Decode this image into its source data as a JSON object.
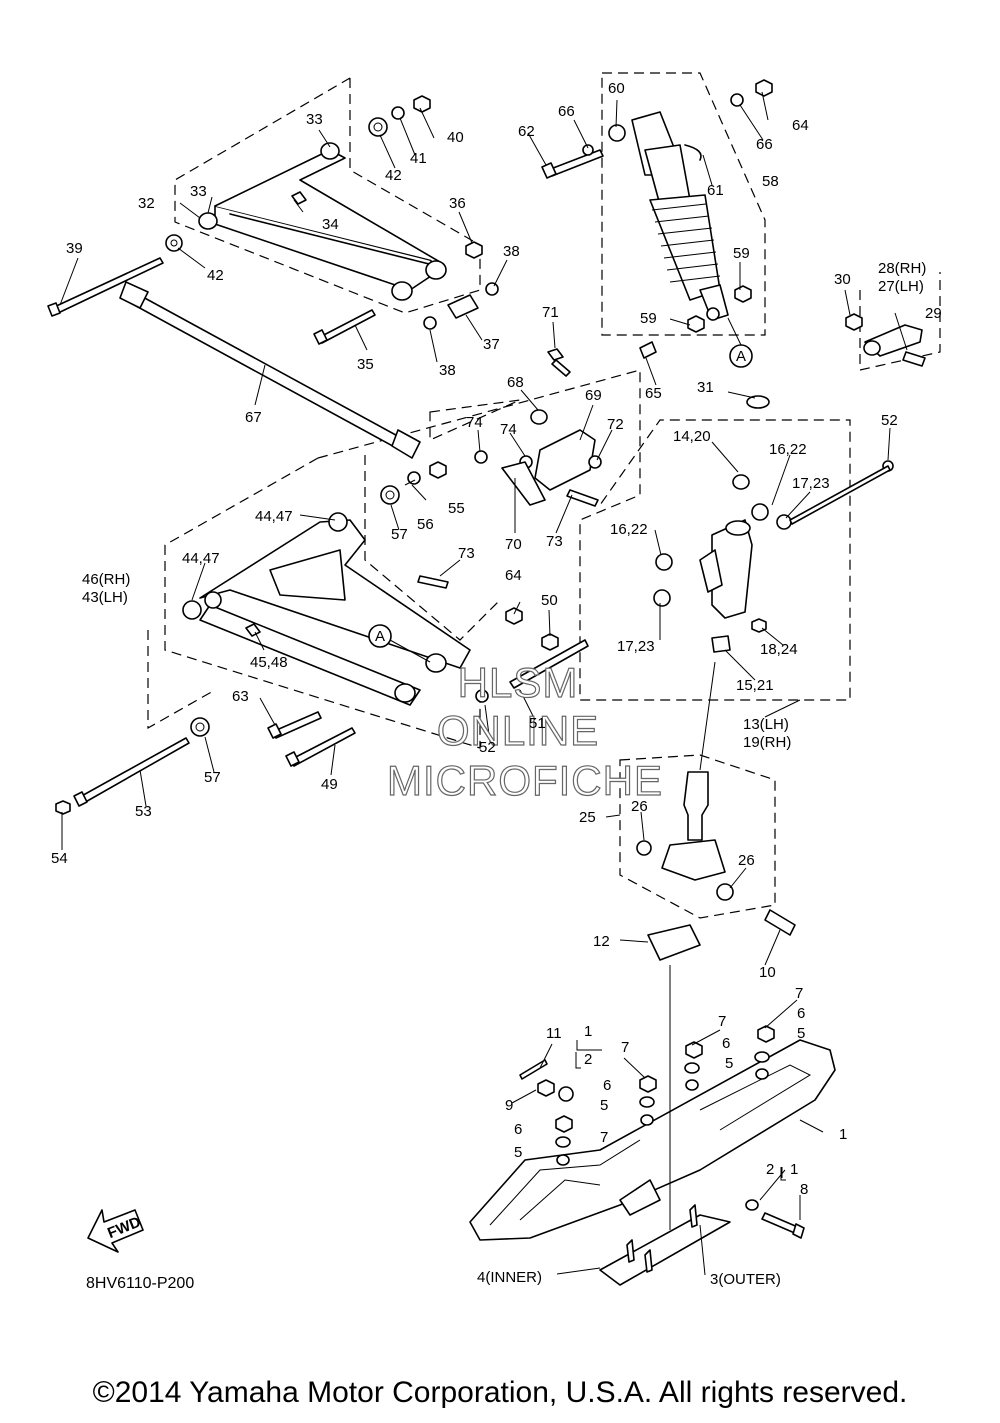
{
  "labels": {
    "l1": "1",
    "l1b": "1",
    "l1c": "1",
    "l2": "2",
    "l2b": "2",
    "l3": "3(OUTER)",
    "l4": "4(INNER)",
    "l5a": "5",
    "l5b": "5",
    "l5c": "5",
    "l5d": "5",
    "l6a": "6",
    "l6b": "6",
    "l6c": "6",
    "l6d": "6",
    "l7a": "7",
    "l7b": "7",
    "l7c": "7",
    "l7d": "7",
    "l8": "8",
    "l9": "9",
    "l10": "10",
    "l11": "11",
    "l12": "12",
    "l13": "13(LH)",
    "l19": "19(RH)",
    "l1420": "14,20",
    "l1521": "15,21",
    "l1622a": "16,22",
    "l1622b": "16,22",
    "l1723a": "17,23",
    "l1723b": "17,23",
    "l1824": "18,24",
    "l25": "25",
    "l26a": "26",
    "l26b": "26",
    "l28": "28(RH)",
    "l27": "27(LH)",
    "l29": "29",
    "l30": "30",
    "l31": "31",
    "l32": "32",
    "l33a": "33",
    "l33b": "33",
    "l34": "34",
    "l35": "35",
    "l36": "36",
    "l37": "37",
    "l38a": "38",
    "l38b": "38",
    "l39": "39",
    "l40": "40",
    "l41": "41",
    "l42a": "42",
    "l42b": "42",
    "l46": "46(RH)",
    "l43": "43(LH)",
    "l4447a": "44,47",
    "l4447b": "44,47",
    "l4548": "45,48",
    "l49": "49",
    "l50": "50",
    "l51": "51",
    "l52a": "52",
    "l52b": "52",
    "l53": "53",
    "l54": "54",
    "l55": "55",
    "l56": "56",
    "l57a": "57",
    "l57b": "57",
    "l58": "58",
    "l59a": "59",
    "l59b": "59",
    "l60": "60",
    "l61": "61",
    "l62": "62",
    "l63": "63",
    "l64a": "64",
    "l64b": "64",
    "l65": "65",
    "l66a": "66",
    "l66b": "66",
    "l67": "67",
    "l68": "68",
    "l69": "69",
    "l70": "70",
    "l71": "71",
    "l72": "72",
    "l73a": "73",
    "l73b": "73",
    "l74a": "74",
    "l74b": "74",
    "refA1": "A",
    "refA2": "A"
  },
  "fwd": "FWD",
  "diagram_code": "8HV6110-P200",
  "watermark": {
    "line1": "HLSM",
    "line2": "ONLINE",
    "line3": "MICROFICHE"
  },
  "copyright": "©2014 Yamaha Motor Corporation, U.S.A. All rights reserved."
}
